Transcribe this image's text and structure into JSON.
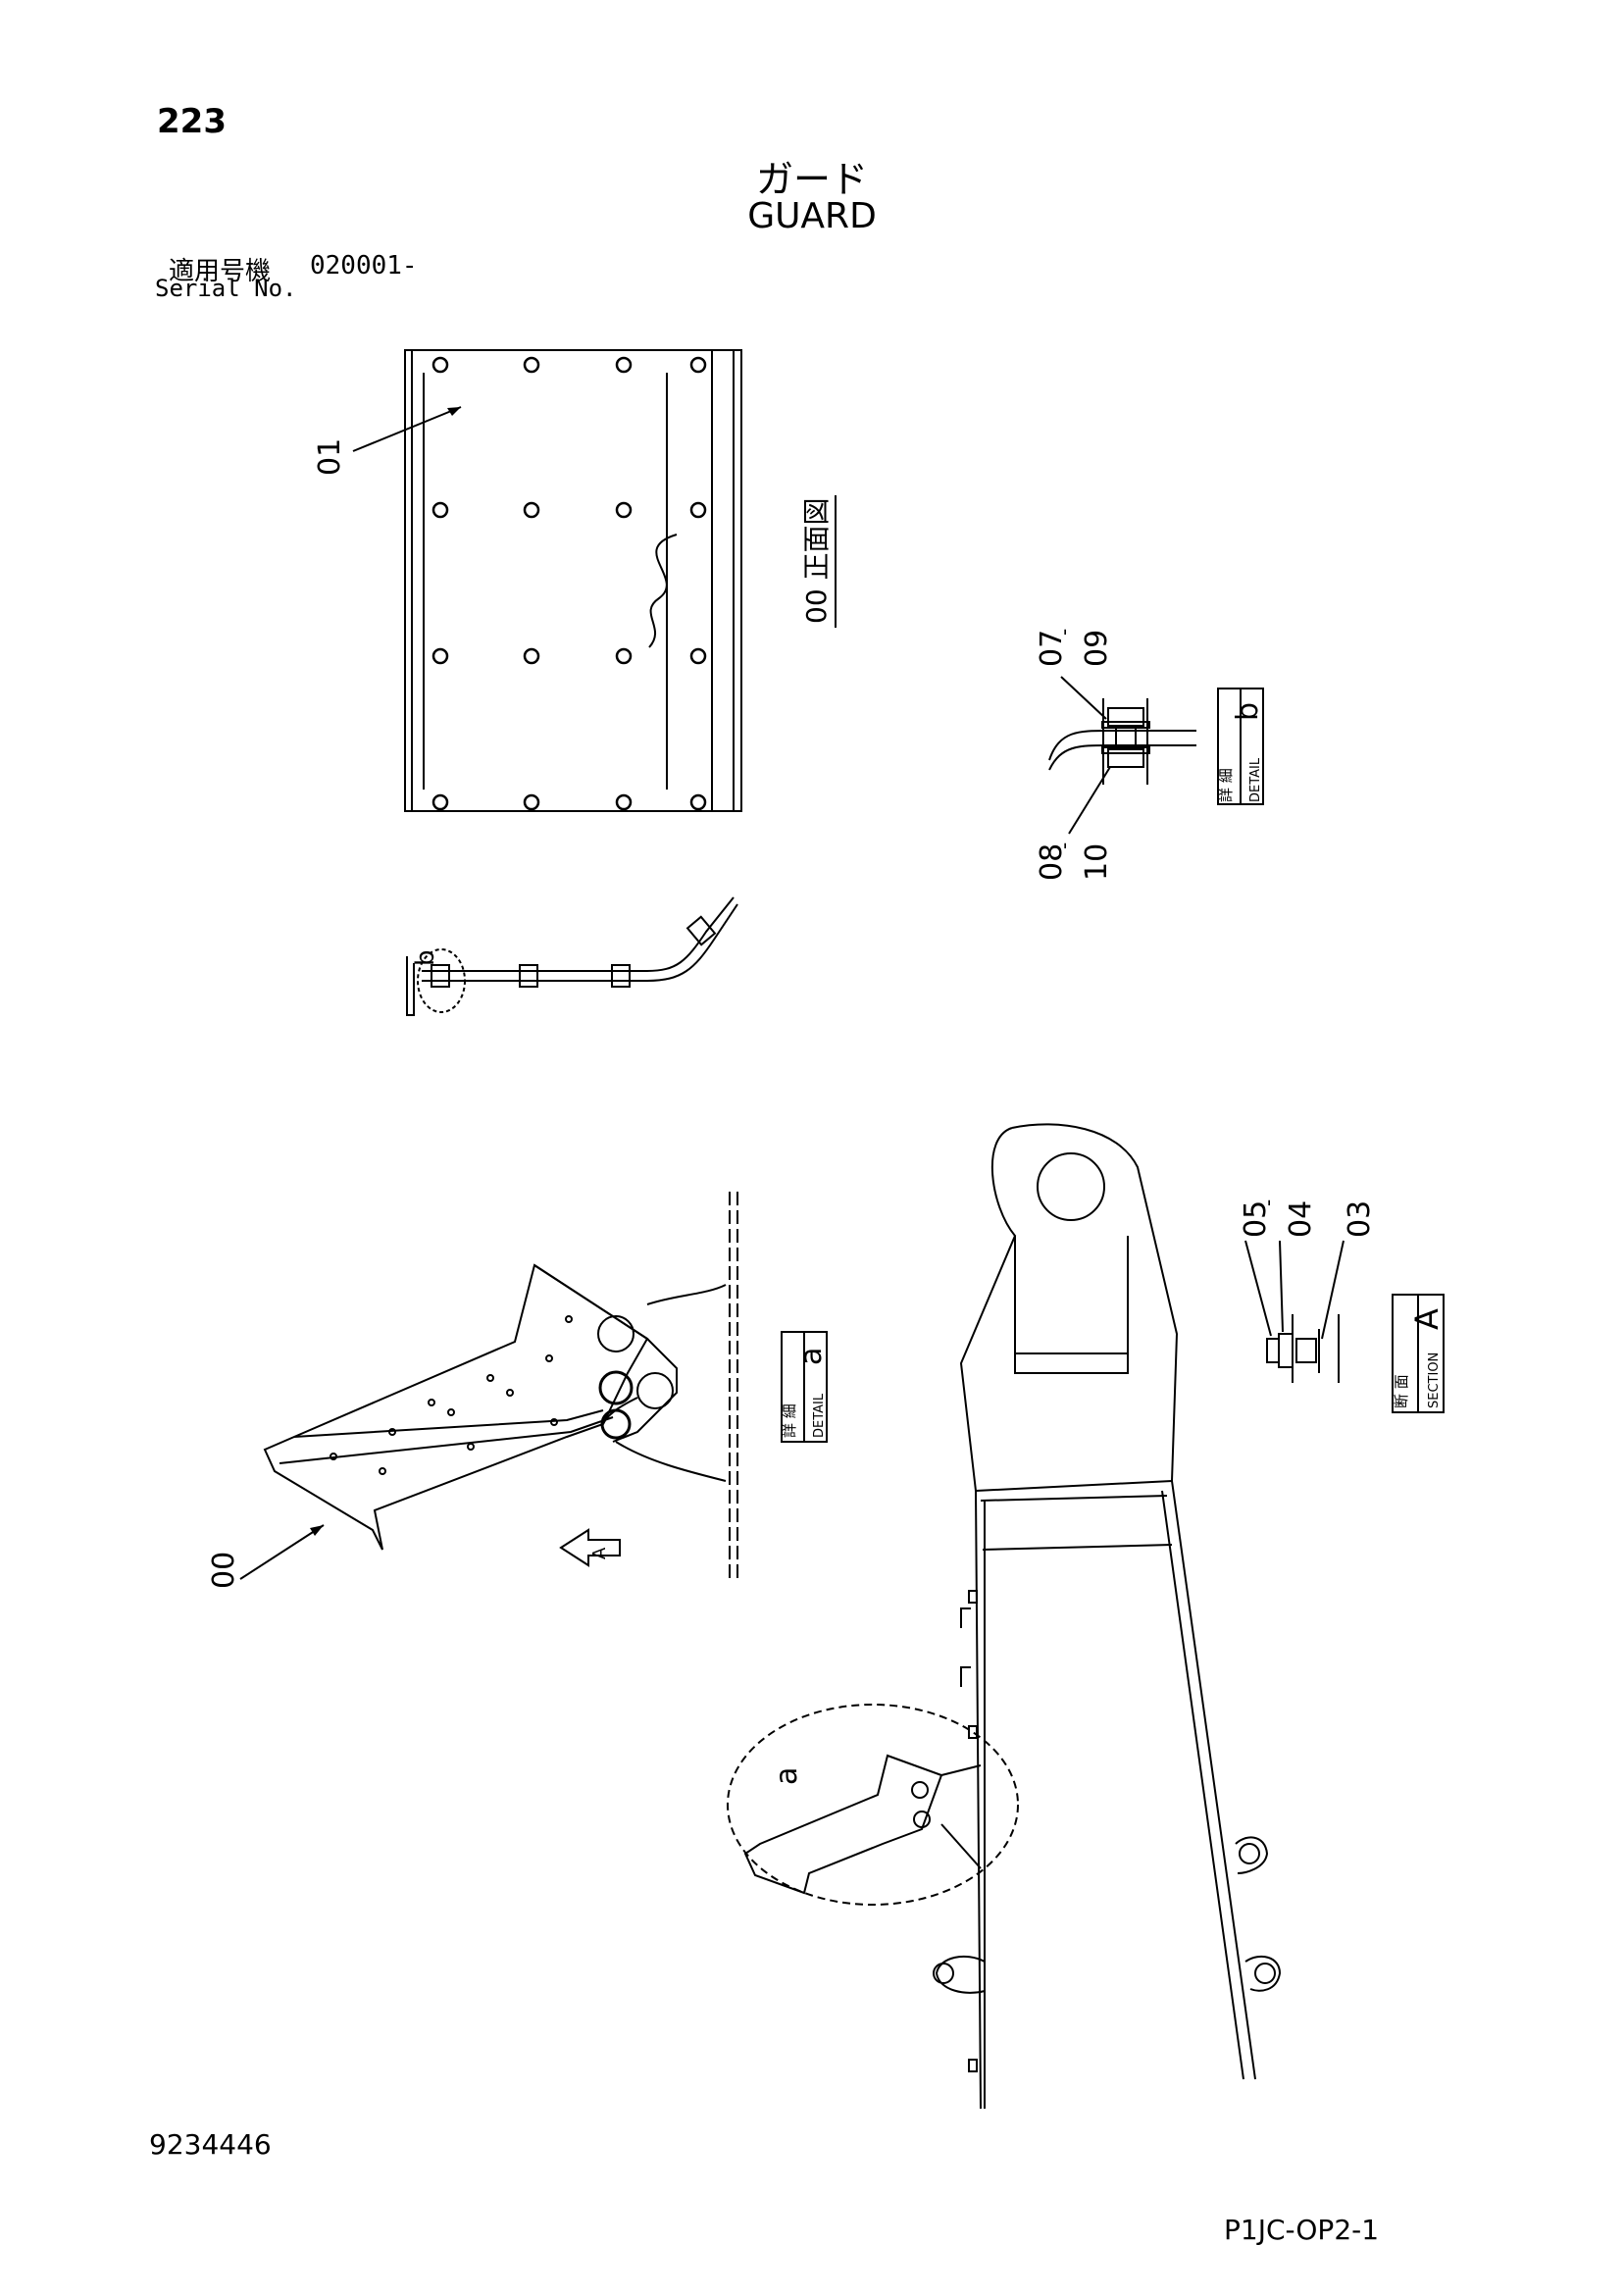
{
  "header": {
    "page_number": "223",
    "title_jp": "ガード",
    "title_en": "GUARD",
    "serial_label_jp": "適用号機",
    "serial_value": "020001-",
    "serial_label_en": "Serial No."
  },
  "callouts": {
    "p00": "00",
    "p01": "01",
    "p03": "03",
    "p04": "04",
    "p05": "05",
    "p07": "07",
    "p08": "08",
    "p09": "09",
    "p10": "10",
    "sep": "-",
    "detail_a_circle": "a",
    "detail_b_circle": "b",
    "view_arrow": "A"
  },
  "views": {
    "front_view_label": "00 正面図"
  },
  "boxes": {
    "detail_a": {
      "kanji": "詳 細",
      "caption": "DETAIL",
      "letter": "a"
    },
    "detail_b": {
      "kanji": "詳 細",
      "caption": "DETAIL",
      "letter": "b"
    },
    "section_a": {
      "kanji": "断 面",
      "caption": "SECTION",
      "letter": "A"
    }
  },
  "footer": {
    "doc_number": "9234446",
    "sheet_code": "P1JC-OP2-1"
  }
}
